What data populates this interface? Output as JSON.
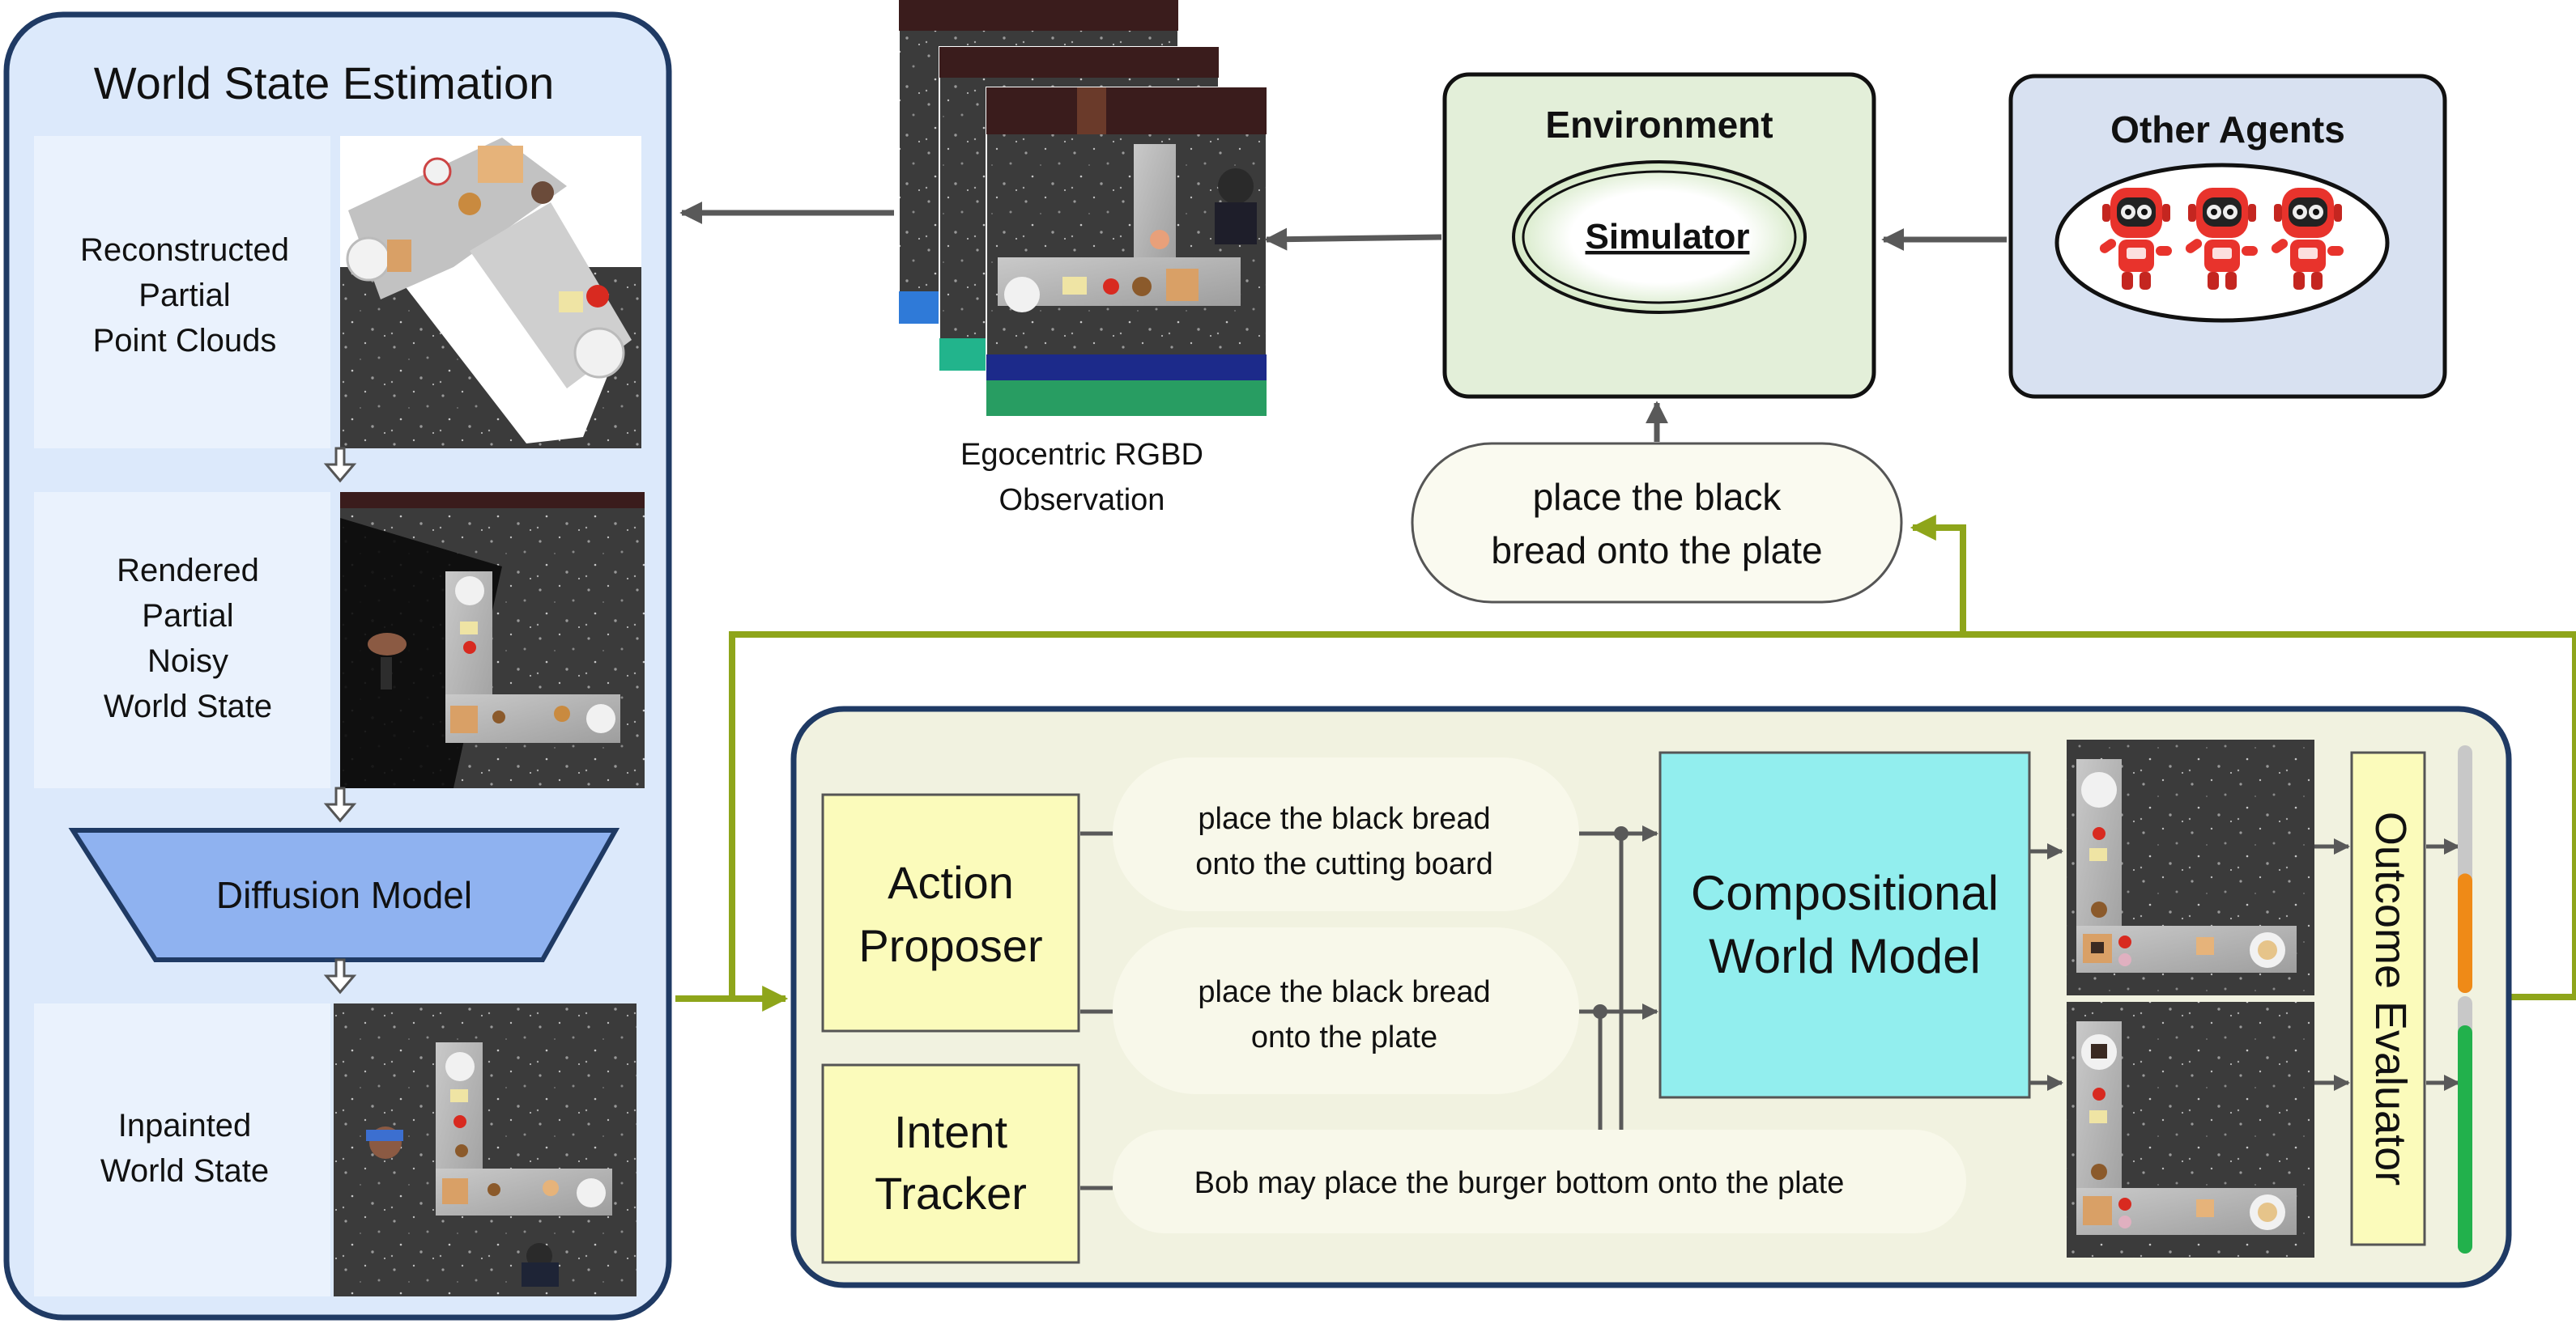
{
  "world_state": {
    "title": "World State Estimation",
    "reconstructed_label": [
      "Reconstructed",
      "Partial",
      "Point Clouds"
    ],
    "rendered_label": [
      "Rendered",
      "Partial",
      "Noisy",
      "World State"
    ],
    "diffusion_label": "Diffusion Model",
    "inpainted_label": [
      "Inpainted",
      "World State"
    ]
  },
  "observation": {
    "label": [
      "Egocentric RGBD",
      "Observation"
    ]
  },
  "environment": {
    "title": "Environment",
    "simulator_label": "Simulator"
  },
  "other_agents": {
    "title": "Other Agents"
  },
  "executed_action": {
    "label": [
      "place the black",
      "bread onto the plate"
    ]
  },
  "planner": {
    "action_proposer_label": [
      "Action",
      "Proposer"
    ],
    "intent_tracker_label": [
      "Intent",
      "Tracker"
    ],
    "proposal_1": [
      "place the black bread",
      "onto the cutting board"
    ],
    "proposal_2": [
      "place the black bread",
      "onto the plate"
    ],
    "intent_text": "Bob may place the burger bottom onto the plate",
    "world_model_label": [
      "Compositional",
      "World Model"
    ],
    "outcome_evaluator_label": "Outcome Evaluator",
    "scores": [
      {
        "option": 1,
        "fraction": 0.45,
        "color": "#ef8a17"
      },
      {
        "option": 2,
        "fraction": 0.88,
        "color": "#22b14c"
      }
    ]
  },
  "colors": {
    "world_panel_fill": "#dce9fb",
    "world_panel_stroke": "#1f3a64",
    "environment_fill": "#e3efd9",
    "other_agents_fill": "#d8e1f1",
    "planner_fill": "#f1f2e0",
    "proposer_fill": "#fbfbbb",
    "world_model_fill": "#92eeee",
    "flow_green": "#8ea51a",
    "arrow_gray": "#595959",
    "robot_red": "#e8332c"
  }
}
